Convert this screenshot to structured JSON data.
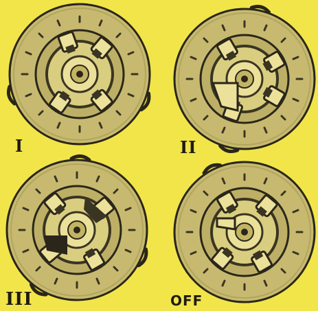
{
  "plates": [
    {
      "label": "I"
    },
    {
      "label": "II"
    },
    {
      "label": "III"
    },
    {
      "label": "OFF"
    }
  ],
  "colors": {
    "background": "#f2e54a",
    "ring": "#c8bb72",
    "ink": "#26241a",
    "cam": "#e8dd94"
  },
  "icons": [
    "rotary-dial-icon"
  ]
}
